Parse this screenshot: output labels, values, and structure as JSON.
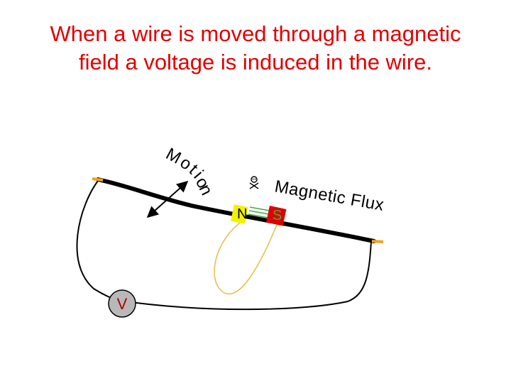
{
  "title": {
    "line1": "When a wire is moved through a magnetic",
    "line2": "field a voltage is induced in the wire."
  },
  "labels": {
    "motion": "Motion",
    "flux": "Magnetic Flux",
    "north": "N",
    "south": "S",
    "voltmeter": "V"
  },
  "icons": {
    "flux_bullet": "skull-and-crossbones-icon"
  },
  "colors": {
    "title": "#e00000",
    "north_pole": "#f2f200",
    "south_pole": "#e00000",
    "field_lines": "#44aa44",
    "field_loop": "#e0c040",
    "wire": "#000000",
    "terminals": "#f0a020",
    "voltmeter_body": "#b8b8b8"
  }
}
